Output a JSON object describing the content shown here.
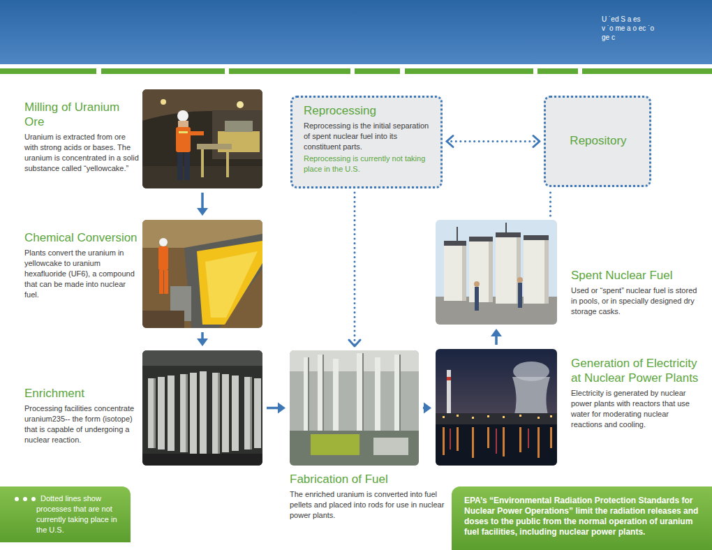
{
  "diagram": {
    "nodes": [
      {
        "text": [
          "Milling of Uranium Ore",
          "Uranium is extracted from ore with strong acids or bases. The uranium is concentrated in a solid substance called “yellowcake.”"
        ]
      },
      {
        "text": [
          "Reprocessing",
          "Reprocessing is the initial separation of spent nuclear fuel into its constituent parts.",
          "Reprocessing is currently not taking place in the U.S."
        ]
      },
      {
        "text": [
          "Repository"
        ]
      },
      {
        "text": [
          "Chemical Conversion",
          "Plants convert the uranium in yellowcake to uranium hexafluoride (UF6), a compound that can be made into nuclear fuel."
        ]
      },
      {
        "text": [
          "Spent Nuclear Fuel",
          "Used or “spent” nuclear fuel is stored in pools, or in specially designed dry storage casks."
        ]
      },
      {
        "text": [
          "Enrichment",
          "Processing facilities concentrate uranium235-- the form (isotope) that is capable of undergoing a nuclear reaction."
        ]
      },
      {
        "text": [
          "Generation of Electricity at Nuclear Power Plants",
          "Electricity is generated by nuclear power plants with reactors that use water for moderating nuclear reactions and cooling."
        ]
      },
      {
        "text": [
          "Fabrication of Fuel",
          "The enriched uranium is converted into fuel pellets and placed into rods for use in nuclear power plants."
        ]
      },
      {
        "text": [
          "EPA’s “Environmental Radiation Protection Standards for Nuclear Power Operations” limit the radiation releases and doses to the public from the normal operation of uranium fuel facilities, including nuclear power plants."
        ]
      }
    ],
    "edges": [
      {
        "from": 0,
        "to": 3,
        "arrow": "to"
      },
      {
        "from": 3,
        "to": 5,
        "arrow": "to"
      },
      {
        "from": 5,
        "to": 7,
        "arrow": "to"
      },
      {
        "from": 7,
        "to": 6,
        "arrow": "to"
      },
      {
        "from": 6,
        "to": 4,
        "arrow": "to"
      },
      {
        "from": 1,
        "to": 7,
        "arrow": "to"
      },
      {
        "from": 1,
        "to": 2,
        "arrow": "both"
      },
      {
        "from": 4,
        "to": 2,
        "arrow": "none"
      }
    ],
    "labels": [
      "U ˙ed S a es",
      "v ˙o me a o ec ˙o",
      "ge c"
    ],
    "legend": [
      {
        "text": "Dotted lines show processes that are not currently taking place in the U.S."
      }
    ]
  }
}
